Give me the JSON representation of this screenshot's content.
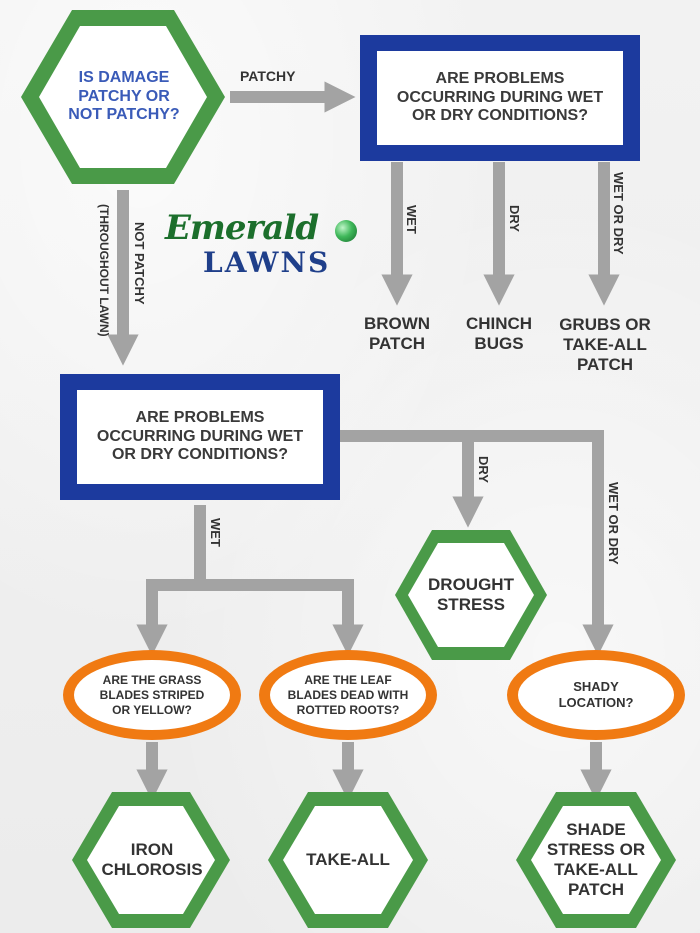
{
  "start": {
    "question": "IS DAMAGE\nPATCHY OR\nNOT PATCHY?"
  },
  "branches": {
    "patchy": "PATCHY",
    "not_patchy": "NOT PATCHY",
    "throughout_lawn": "(THROUGHOUT LAWN)"
  },
  "logo": {
    "script": "Emerald",
    "word": "LAWNS"
  },
  "patchy_question": "ARE PROBLEMS\nOCCURRING DURING WET\nOR DRY CONDITIONS?",
  "patchy_labels": {
    "wet": "WET",
    "dry": "DRY",
    "wet_or_dry": "WET OR DRY"
  },
  "patchy_results": {
    "wet": "BROWN\nPATCH",
    "dry": "CHINCH\nBUGS",
    "wet_or_dry": "GRUBS OR\nTAKE-ALL\nPATCH"
  },
  "notpatchy_question": "ARE PROBLEMS\nOCCURRING DURING WET\nOR DRY CONDITIONS?",
  "notpatchy_labels": {
    "wet": "WET",
    "dry": "DRY",
    "wet_or_dry": "WET OR DRY"
  },
  "dry_result": "DROUGHT\nSTRESS",
  "wet_questions": {
    "grass": "ARE THE GRASS\nBLADES STRIPED\nOR YELLOW?",
    "leaf": "ARE THE LEAF\nBLADES DEAD WITH\nROTTED ROOTS?"
  },
  "shady_question": "SHADY\nLOCATION?",
  "final_results": {
    "iron": "IRON\nCHLOROSIS",
    "takeall": "TAKE-ALL",
    "shade": "SHADE\nSTRESS OR\nTAKE-ALL\nPATCH"
  },
  "colors": {
    "hex_border": "#4a9a48",
    "blue_border": "#1c3a9e",
    "orange_border": "#f07a12",
    "arrow": "#a3a3a3",
    "question_text": "#3a5bb8"
  }
}
